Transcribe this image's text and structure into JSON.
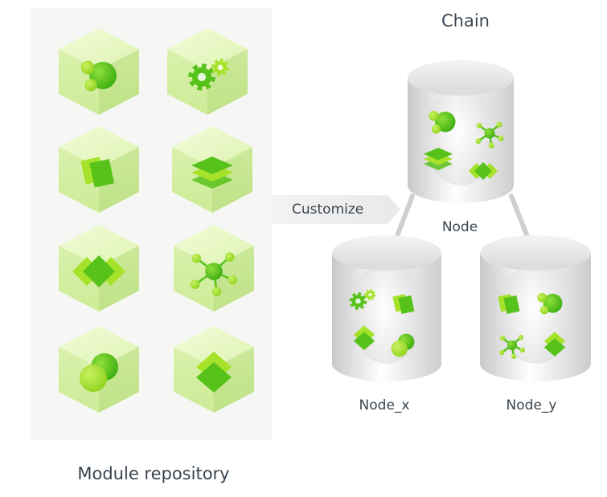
{
  "title": "Chain",
  "repository": {
    "label": "Module repository",
    "modules": [
      {
        "icon": "circles-icon"
      },
      {
        "icon": "gears-icon"
      },
      {
        "icon": "cards-icon"
      },
      {
        "icon": "layers-icon"
      },
      {
        "icon": "diamonds-icon"
      },
      {
        "icon": "network-icon"
      },
      {
        "icon": "overlap-circles-icon"
      },
      {
        "icon": "stacked-diamonds-icon"
      }
    ]
  },
  "customize_label": "Customize",
  "nodes": {
    "main": {
      "label": "Node"
    },
    "x": {
      "label": "Node_x"
    },
    "y": {
      "label": "Node_y"
    }
  },
  "colors": {
    "module_cube": "#d6f0a6",
    "module_icon": "#57c21a",
    "module_icon_light": "#a6e22a",
    "cylinder": "#dcdcdc",
    "connector": "#cfcfcf",
    "text": "#3a4550"
  }
}
